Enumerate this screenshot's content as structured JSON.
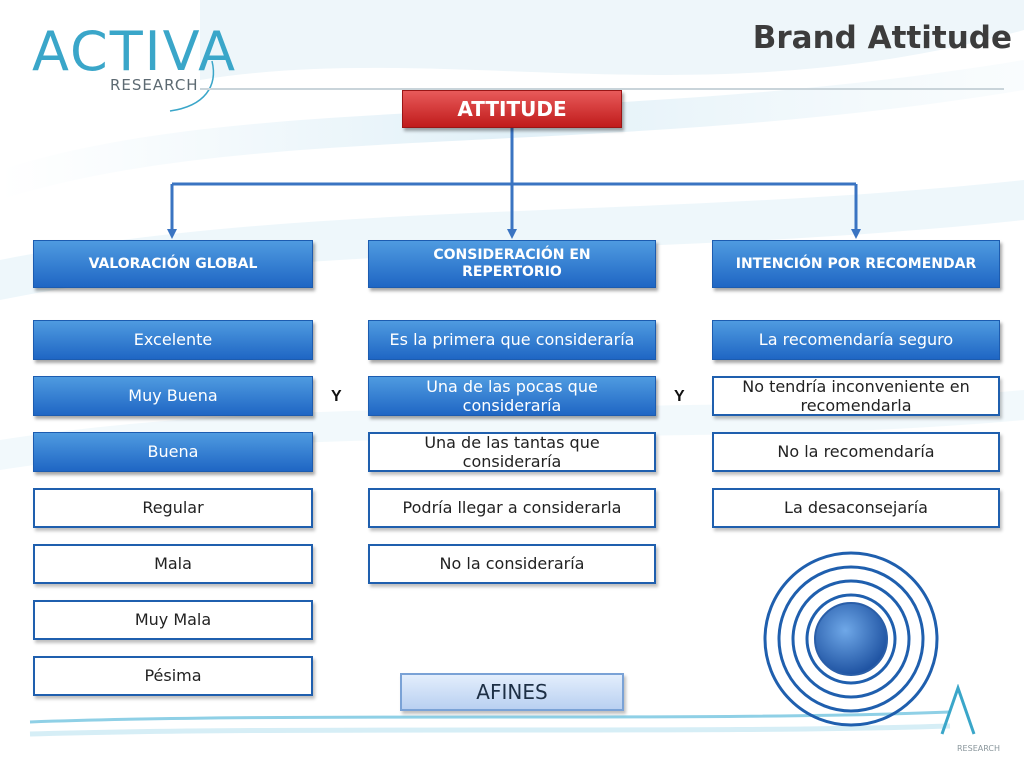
{
  "header": {
    "logo_text": "ACTIVA",
    "logo_subtitle": "RESEARCH",
    "title": "Brand Attitude"
  },
  "diagram": {
    "root_label": "ATTITUDE",
    "columns": [
      {
        "header": "VALORACIÓN GLOBAL",
        "items": [
          "Excelente",
          "Muy Buena",
          "Buena",
          "Regular",
          "Mala",
          "Muy Mala",
          "Pésima"
        ]
      },
      {
        "header": "CONSIDERACIÓN EN REPERTORIO",
        "items": [
          "Es la primera que consideraría",
          "Una de las pocas que consideraría",
          "Una de las tantas que consideraría",
          "Podría llegar a considerarla",
          "No la consideraría"
        ]
      },
      {
        "header": "INTENCIÓN POR RECOMENDAR",
        "items": [
          "La recomendaría seguro",
          "No tendría inconveniente en recomendarla",
          "No la recomendaría",
          "La desaconsejaría"
        ]
      }
    ],
    "connector_label": "Y",
    "result_label": "AFINES"
  },
  "footer": {
    "logo_subtitle": "RESEARCH"
  },
  "colors": {
    "primary_blue": "#1f66c4",
    "border_blue": "#1f5fae",
    "root_red": "#c01b1b",
    "afines_bg": "#b9d0f1",
    "accent_cyan": "#3aa6c9"
  }
}
